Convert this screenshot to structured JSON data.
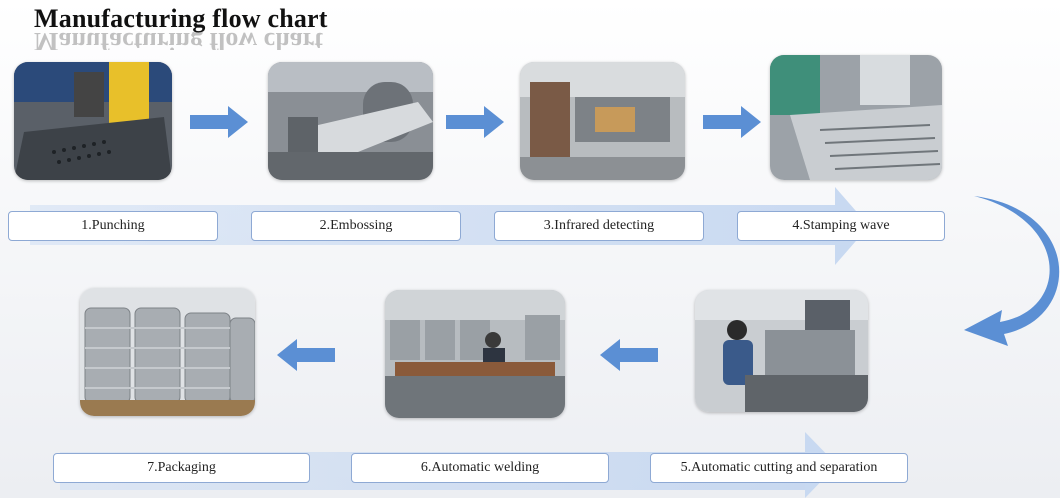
{
  "title": "Manufacturing flow chart",
  "accent_color": "#5b8fd4",
  "row1": {
    "steps": [
      {
        "label": "1.Punching",
        "photo": "punching-machine-photo"
      },
      {
        "label": "2.Embossing",
        "photo": "embossing-rollers-photo"
      },
      {
        "label": "3.Infrared detecting",
        "photo": "infrared-detector-photo"
      },
      {
        "label": "4.Stamping wave",
        "photo": "stamping-wave-photo"
      }
    ]
  },
  "row2": {
    "steps": [
      {
        "label": "5.Automatic cutting and separation",
        "photo": "cutting-operator-photo"
      },
      {
        "label": "6.Automatic welding",
        "photo": "welding-workshop-photo"
      },
      {
        "label": "7.Packaging",
        "photo": "packaged-coils-photo"
      }
    ]
  }
}
